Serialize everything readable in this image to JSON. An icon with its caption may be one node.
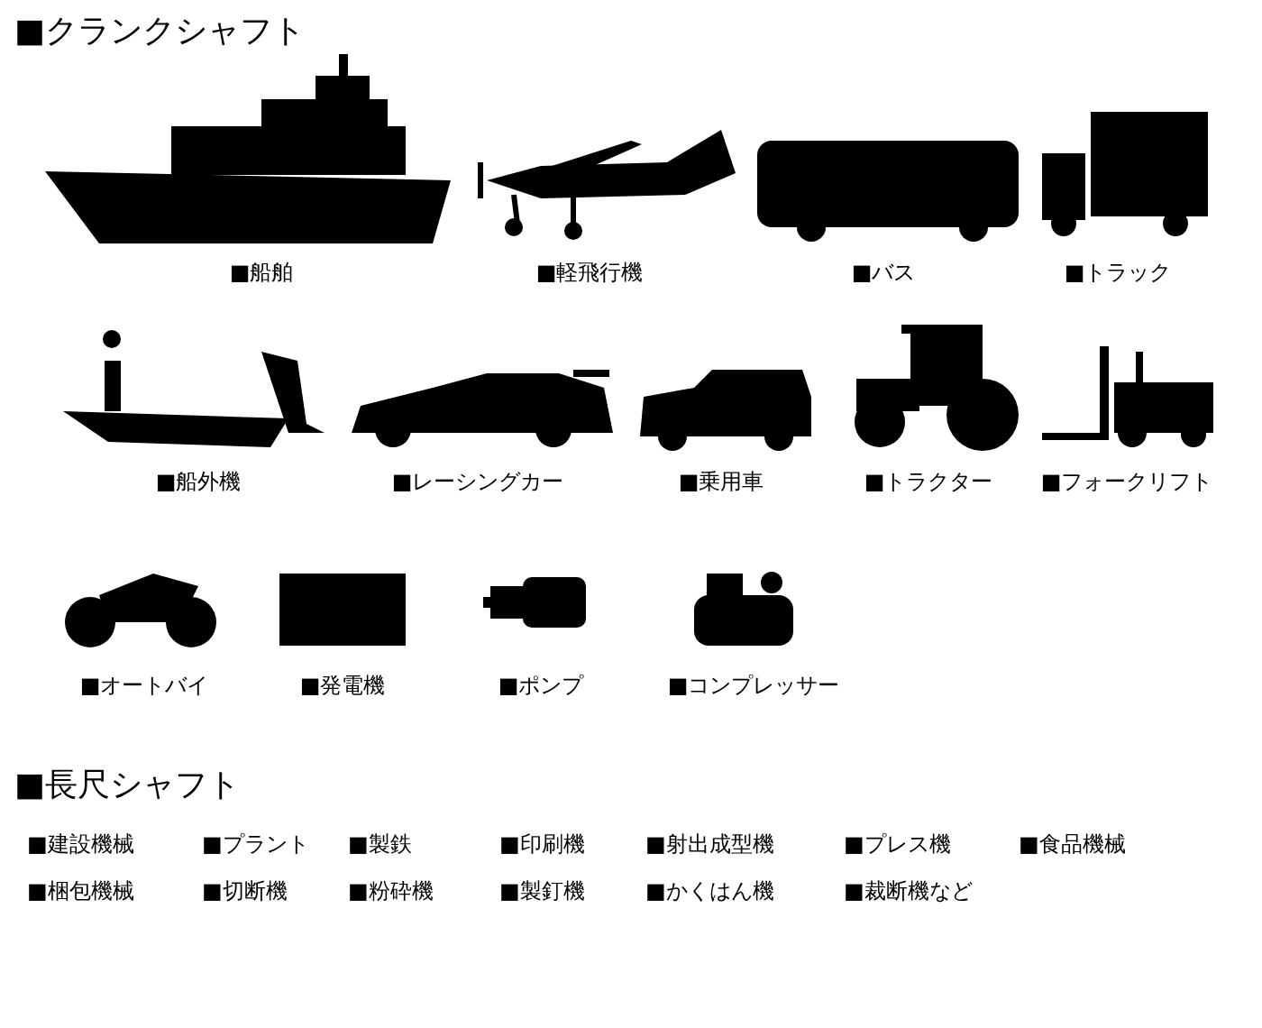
{
  "diagram": {
    "labels": [
      "■クランクシャフト",
      "■船舶",
      "■軽飛行機",
      "■バス",
      "■トラック",
      "■船外機",
      "■レーシングカー",
      "■乗用車",
      "■トラクター",
      "■フォークリフト",
      "■オートバイ",
      "■発電機",
      "■ポンプ",
      "■コンプレッサー",
      "■長尺シャフト",
      "■建設機械",
      "■プラント",
      "■製鉄",
      "■印刷機",
      "■射出成型機",
      "■プレス機",
      "■食品機械",
      "■梱包機械",
      "■切断機",
      "■粉砕機",
      "■製釘機",
      "■かくはん機",
      "■裁断機など"
    ]
  }
}
